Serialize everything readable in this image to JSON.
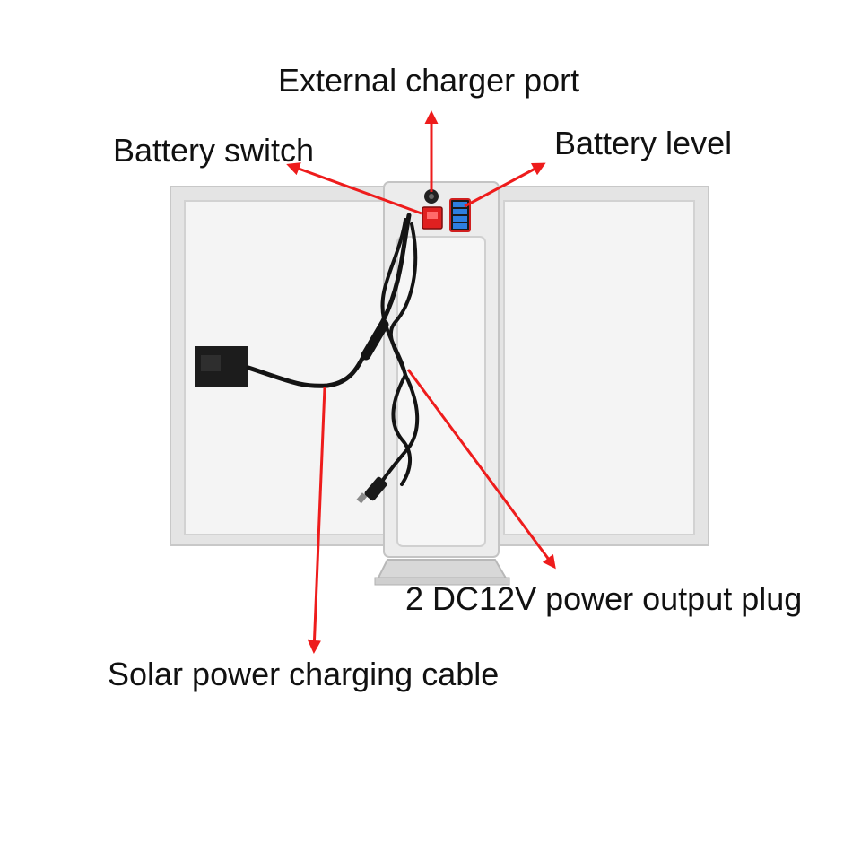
{
  "labels": {
    "external_charger_port": "External charger port",
    "battery_switch": "Battery switch",
    "battery_level": "Battery level",
    "dc_output_plug": "2 DC12V power output plug",
    "solar_charging_cable": "Solar power charging cable"
  },
  "battery_level": {
    "bars_lit": 4,
    "bars_total": 4
  },
  "colors": {
    "annotation": "#ee1c1c",
    "panel_frame": "#d6d6d6",
    "panel_surface": "#f4f4f4",
    "cable": "#141414",
    "switch": "#e02020",
    "level_bars": "#2d7fe0"
  },
  "icons": [
    "arrow-icon",
    "switch-icon",
    "battery-level-icon",
    "port-icon",
    "dc-plug-icon",
    "junction-box-icon"
  ]
}
